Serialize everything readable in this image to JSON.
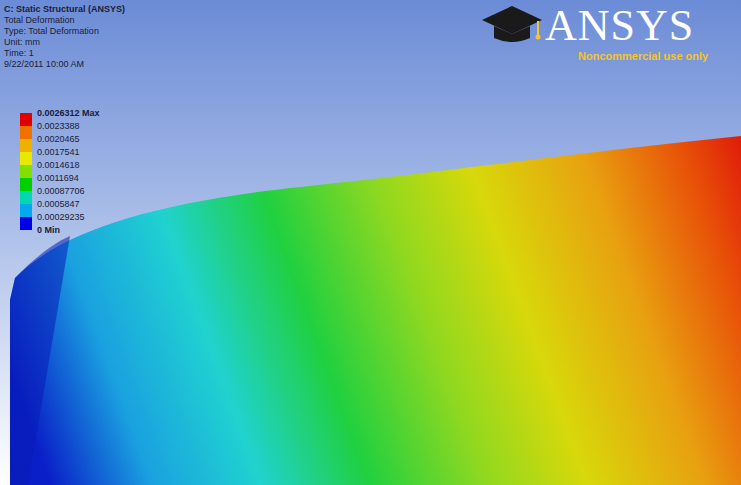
{
  "diagram": {
    "labels": [
      "C: Static Structural (ANSYS)",
      "Total Deformation",
      "Type: Total Deformation",
      "Unit: mm",
      "Time: 1",
      "9/22/2011 10:00 AM",
      "0.0026312 Max",
      "0.0023388",
      "0.0020465",
      "0.0017541",
      "0.0014618",
      "0.0011694",
      "0.00087706",
      "0.0005847",
      "0.00029235",
      "0 Min",
      "ANSYS",
      "Noncommercial use only"
    ]
  }
}
